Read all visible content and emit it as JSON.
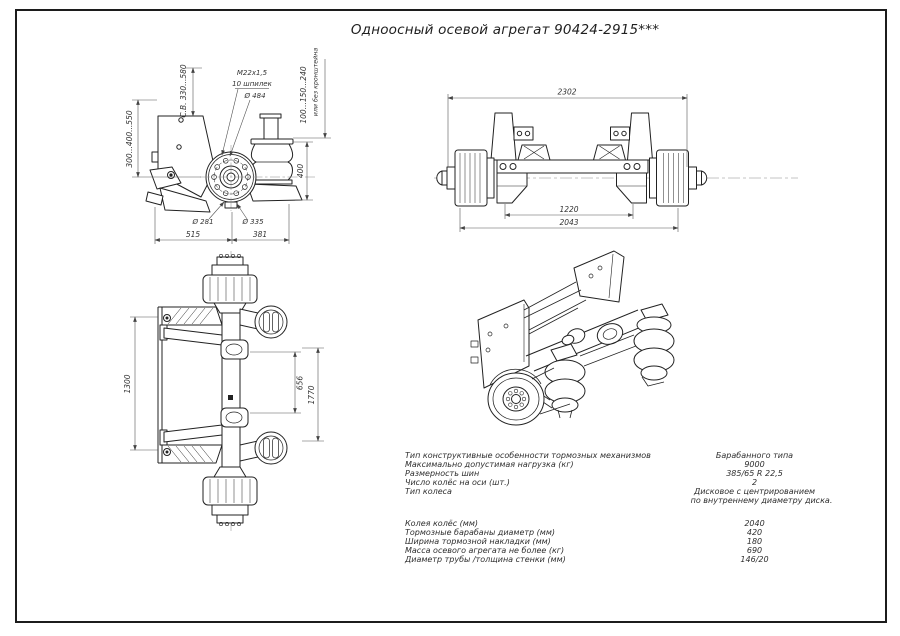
{
  "page": {
    "title": "Одноосный осевой агрегат 90424-2915***"
  },
  "side_view": {
    "dim_ride_heights": "300...400...550",
    "dim_cb_range": "С.В. 330...580",
    "thread": "M22x1,5",
    "studs": "10 шпилек",
    "dia_484": "Ø 484",
    "dim_bracket_heights": "100...150...240",
    "note_bracket": "или без кронштейна",
    "dim_400": "400",
    "dia_281": "Ø 281",
    "dia_335": "Ø 335",
    "dim_515": "515",
    "dim_381": "381"
  },
  "front_view": {
    "dim_2302": "2302",
    "dim_1220": "1220",
    "dim_2043": "2043"
  },
  "top_view": {
    "dim_1300": "1300",
    "dim_656": "656",
    "dim_1770": "1770"
  },
  "specs": {
    "rows_top": [
      {
        "label": "Тип конструктивные особенности тормозных механизмов",
        "value": "Барабанного типа"
      },
      {
        "label": "Максимально допустимая нагрузка  (кг)",
        "value": "9000"
      },
      {
        "label": "Размерность шин",
        "value": "385/65 R 22,5"
      },
      {
        "label": "Число колёс на оси (шт.)",
        "value": "2"
      },
      {
        "label": "Тип колеса",
        "value": "Дисковое с центрированием",
        "value2": "по внутреннему диаметру диска."
      }
    ],
    "rows_bottom": [
      {
        "label": "Колея колёс (мм)",
        "value": "2040"
      },
      {
        "label": "Тормозные барабаны диаметр (мм)",
        "value": "420"
      },
      {
        "label": "Ширина тормозной накладки  (мм)",
        "value": "180"
      },
      {
        "label": "Масса осевого агрегата не более (кг)",
        "value": "690"
      },
      {
        "label": "Диаметр трубы /толщина стенки (мм)",
        "value": "146/20"
      }
    ]
  }
}
